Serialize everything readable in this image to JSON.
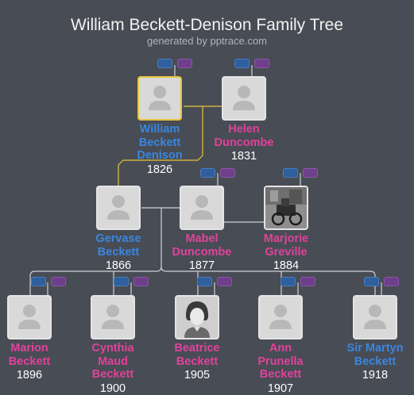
{
  "header": {
    "title": "William Beckett-Denison Family Tree",
    "subtitle": "generated by pptrace.com"
  },
  "people": {
    "william": {
      "name": [
        "William",
        "Beckett",
        "Denison"
      ],
      "year": "1826",
      "sex": "m"
    },
    "helen": {
      "name": [
        "Helen",
        "Duncombe"
      ],
      "year": "1831",
      "sex": "f"
    },
    "gervase": {
      "name": [
        "Gervase",
        "Beckett"
      ],
      "year": "1866",
      "sex": "m"
    },
    "mabel": {
      "name": [
        "Mabel",
        "Duncombe"
      ],
      "year": "1877",
      "sex": "f"
    },
    "marjorie": {
      "name": [
        "Marjorie",
        "Greville"
      ],
      "year": "1884",
      "sex": "f"
    },
    "marion": {
      "name": [
        "Marion",
        "Beckett"
      ],
      "year": "1896",
      "sex": "f"
    },
    "cynthia": {
      "name": [
        "Cynthia",
        "Maud",
        "Beckett"
      ],
      "year": "1900",
      "sex": "f"
    },
    "beatrice": {
      "name": [
        "Beatrice",
        "Beckett"
      ],
      "year": "1905",
      "sex": "f"
    },
    "ann": {
      "name": [
        "Ann",
        "Prunella",
        "Beckett"
      ],
      "year": "1907",
      "sex": "f"
    },
    "martyn": {
      "name": [
        "Sir Martyn",
        "Beckett"
      ],
      "year": "1918",
      "sex": "m"
    }
  },
  "colors": {
    "male": "#3a86e0",
    "female": "#e0429c",
    "selected_border": "#e8c43c",
    "background": "#484c54"
  },
  "icons": {
    "placeholder": "person-silhouette-icon",
    "parent_tags": "family-link-tag-icon"
  }
}
